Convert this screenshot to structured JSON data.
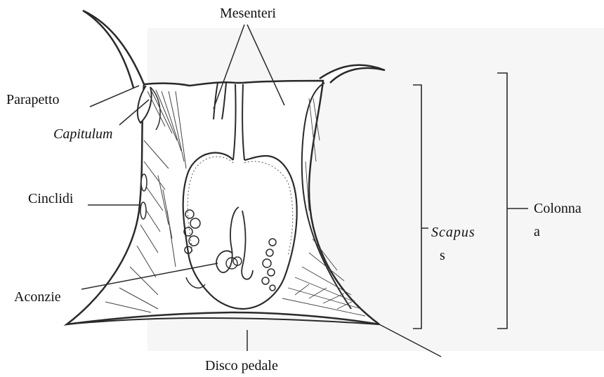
{
  "labels": {
    "mesenteri": "Mesenteri",
    "parapetto": "Parapetto",
    "capitulum": "Capitulum",
    "cinclidi": "Cinclidi",
    "aconzie": "Aconzie",
    "disco_pedale": "Disco pedale",
    "scapus_line1": "Scapus",
    "scapus_line2": "s",
    "colonna_line1": "Colonna",
    "colonna_line2": "a"
  },
  "colors": {
    "ink": "#2a2a2a",
    "paper": "#ffffff",
    "shade": "#f4f4f4"
  }
}
